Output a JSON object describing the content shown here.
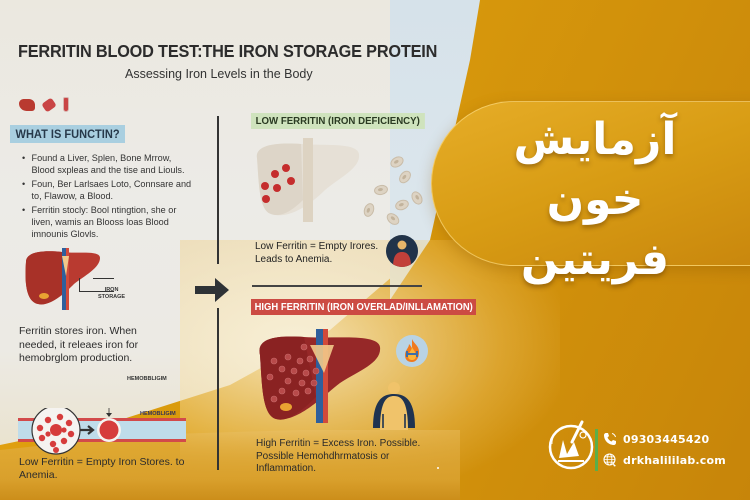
{
  "header": {
    "title": "FERRITIN BLOOD TEST:THE IRON STORAGE PROTEIN",
    "subtitle": "Assessing Iron Levels in the Body"
  },
  "left_panel": {
    "section_label": "WHAT IS FUNCTIN?",
    "bullets": [
      "Found a Liver, Splen, Bone Mrrow, Blood sxpleas and the tise and Liouls.",
      "Foun, Ber Larlsaes Loto, Connsare and to, Flawow, a Blood.",
      "Ferritin stocly: Bool ntingtion, she or liven, wamis an Blooss loas Blood imnounis Glovls."
    ],
    "storage_diagram_label_line1": "IRON",
    "storage_diagram_label_line2": "STORAGE",
    "storage_text": "Ferritin stores iron. When needed, it releaes iron for hemobrglom production.",
    "hemo_label_top": "HEMOBBLIGIM",
    "hemo_label_vessel": "HEMOBLIGIM",
    "low_text": "Low Ferritin = Empty Iron Stores. to Anemia."
  },
  "right_panel": {
    "low_label": "LOW FERRITIN (IRON DEFICIENCY)",
    "low_text": "Low Ferritin = Empty Irores. Leads to Anemia.",
    "high_label": "HIGH FERRITIN (IRON OVERLAD/INLLAMATION)",
    "high_text": "High Ferritin = Excess Iron. Possible. Possible Hemohdhrmatosis or Inflammation."
  },
  "banner": {
    "title_line1": "آزمایش خون",
    "title_line2": "فریتین"
  },
  "contact": {
    "phone": "09303445420",
    "website": "drkhalililab.com"
  },
  "icons": {
    "liver": "liver-icon",
    "cells": "blood-cells-icon",
    "thermometer": "thermometer-icon",
    "arrow": "arrow-right-icon",
    "phone": "phone-icon",
    "globe": "globe-icon",
    "fire": "fire-icon",
    "logo": "lab-logo"
  },
  "colors": {
    "gold": "#d99a0c",
    "gold_dark": "#c7850a",
    "label_blue": "#a9cfe0",
    "label_green": "#cfe3bd",
    "label_red": "#cc4b43",
    "liver_red": "#b93a30",
    "liver_dark": "#8e2424",
    "logo_divider": "#5bae4a"
  }
}
